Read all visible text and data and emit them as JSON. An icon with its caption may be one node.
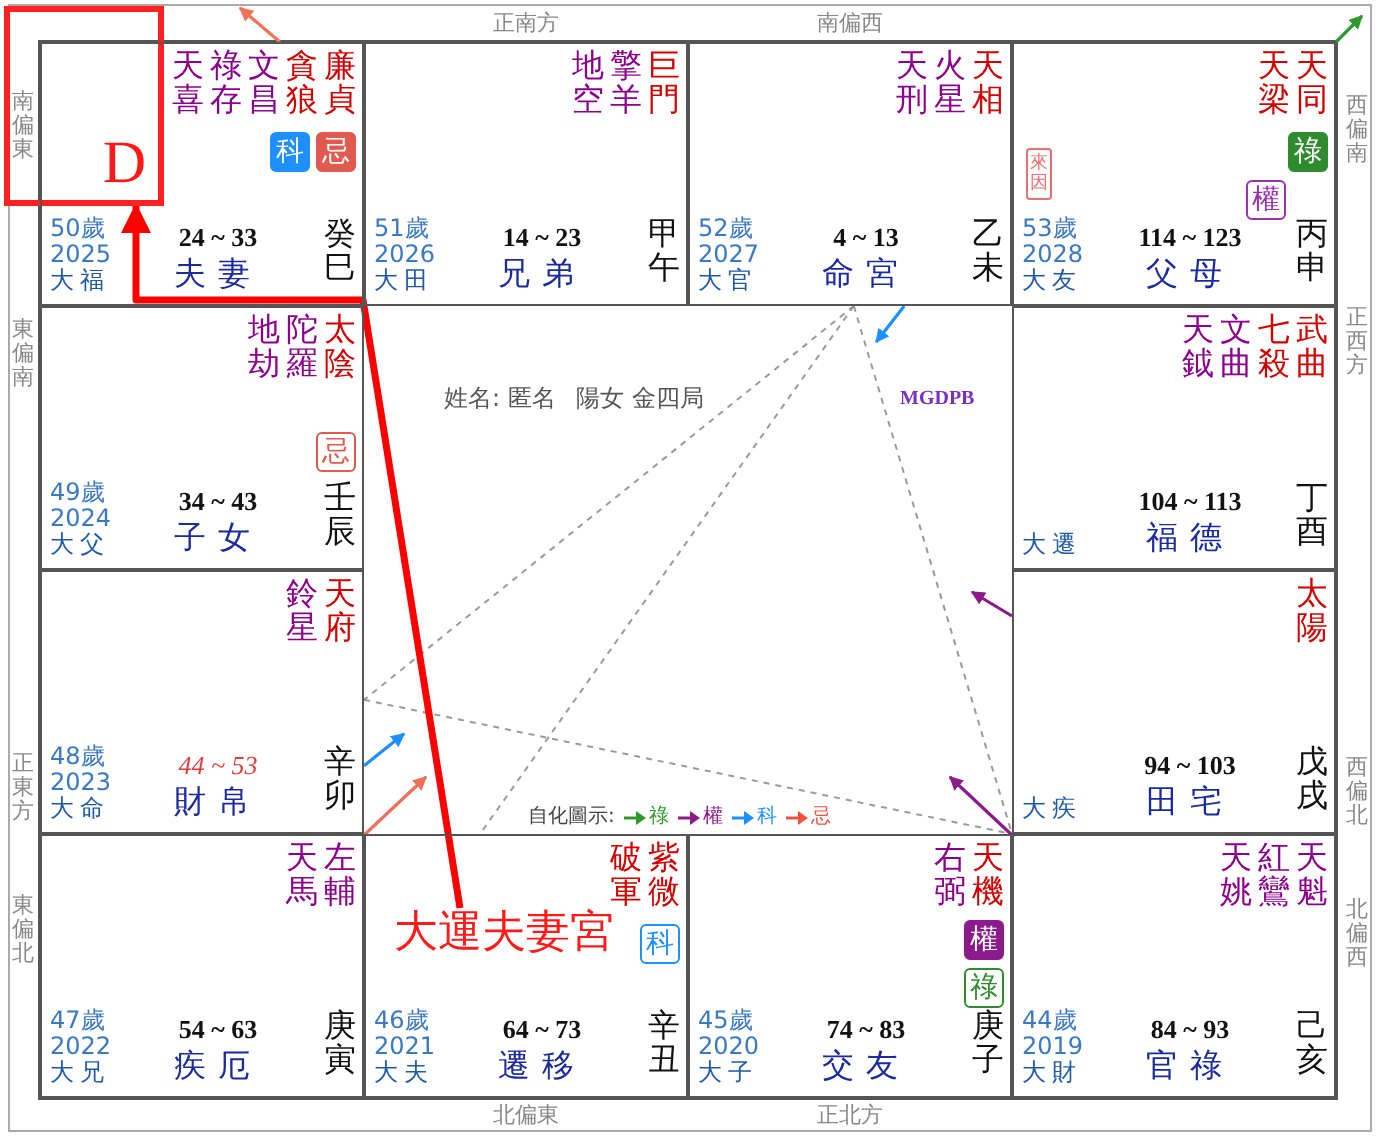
{
  "diagram": {
    "nodes": [
      {
        "text": [
          "D"
        ]
      },
      {
        "text": [
          "天喜",
          "祿存",
          "文昌",
          "貪狼",
          "廉貞",
          "50歲",
          "2025",
          "大福",
          "24 ~ 33",
          "夫妻",
          "癸巳"
        ]
      },
      {
        "text": [
          "科"
        ],
        "in": 1
      },
      {
        "text": [
          "忌"
        ],
        "in": 1
      },
      {
        "text": [
          "地空",
          "擎羊",
          "巨門",
          "51歲",
          "2026",
          "大田",
          "14 ~ 23",
          "兄弟",
          "甲午"
        ]
      },
      {
        "text": [
          "天刑",
          "火星",
          "天相",
          "52歲",
          "2027",
          "大官",
          "4 ~ 13",
          "命宮",
          "乙未"
        ]
      },
      {
        "text": [
          "天梁",
          "天同",
          "53歲",
          "2028",
          "大友",
          "114 ~ 123",
          "父母",
          "丙申"
        ]
      },
      {
        "text": [
          "祿"
        ],
        "in": 6
      },
      {
        "text": [
          "來因"
        ],
        "in": 6
      },
      {
        "text": [
          "權"
        ],
        "in": 6
      },
      {
        "text": [
          "地劫",
          "陀羅",
          "太陰",
          "49歲",
          "2024",
          "大父",
          "34 ~ 43",
          "子女",
          "壬辰"
        ]
      },
      {
        "text": [
          "忌"
        ],
        "in": 10
      },
      {
        "text": [
          "天鉞",
          "文曲",
          "七殺",
          "武曲",
          "大遷",
          "104 ~ 113",
          "福德",
          "丁酉"
        ]
      },
      {
        "text": [
          "鈴星",
          "天府",
          "48歲",
          "2023",
          "大命",
          "44 ~ 53",
          "財帛",
          "辛卯"
        ]
      },
      {
        "text": [
          "太陽",
          "大疾",
          "94 ~ 103",
          "田宅",
          "戊戌"
        ]
      },
      {
        "text": [
          "天馬",
          "左輔",
          "47歲",
          "2022",
          "大兄",
          "54 ~ 63",
          "疾厄",
          "庚寅"
        ]
      },
      {
        "text": [
          "破軍",
          "紫微",
          "46歲",
          "2021",
          "大夫",
          "64 ~ 73",
          "遷移",
          "辛丑"
        ]
      },
      {
        "text": [
          "大運夫妻宮"
        ],
        "in": 16
      },
      {
        "text": [
          "科"
        ],
        "in": 16
      },
      {
        "text": [
          "右弼",
          "天機",
          "45歲",
          "2020",
          "大子",
          "74 ~ 83",
          "交友",
          "庚子"
        ]
      },
      {
        "text": [
          "權"
        ],
        "in": 19
      },
      {
        "text": [
          "祿"
        ],
        "in": 19
      },
      {
        "text": [
          "天姚",
          "紅鸞",
          "天魁",
          "44歲",
          "2019",
          "大財",
          "84 ~ 93",
          "官祿",
          "己亥"
        ]
      }
    ],
    "edges": [
      {
        "from": 5,
        "to": 13,
        "arrow": "none",
        "style": "dashed"
      },
      {
        "from": 5,
        "to": 16,
        "arrow": "none",
        "style": "dashed"
      },
      {
        "from": 5,
        "to": 22,
        "arrow": "none",
        "style": "dashed"
      },
      {
        "from": 13,
        "to": 22,
        "arrow": "none",
        "style": "dashed"
      },
      {
        "from": 17,
        "to": 0,
        "arrow": "to",
        "style": "thick",
        "color": "#ff0000"
      },
      {
        "from": 1,
        "to": null,
        "arrow": "to",
        "color": "#f07058"
      },
      {
        "from": 6,
        "to": null,
        "arrow": "to",
        "color": "#2e9a2e"
      },
      {
        "from": 5,
        "to": null,
        "arrow": "to",
        "color": "#1e8fff"
      },
      {
        "from": 13,
        "to": null,
        "arrow": "to",
        "color": "#1e8fff"
      },
      {
        "from": 15,
        "to": null,
        "arrow": "to",
        "color": "#f07058"
      },
      {
        "from": 14,
        "to": null,
        "arrow": "to",
        "color": "#8b1a8b"
      },
      {
        "from": 22,
        "to": null,
        "arrow": "to",
        "color": "#8b1a8b"
      }
    ],
    "labels": [
      "正南方",
      "南偏西",
      "南偏東",
      "西偏南",
      "東偏南",
      "正西方",
      "MGDPB",
      "姓名: 匿名",
      "陽女 金四局",
      "正東方",
      "西偏北",
      "自化圖示:",
      "東偏北",
      "北偏西",
      "北偏東",
      "正北方"
    ],
    "legend": [
      {
        "text": "祿"
      },
      {
        "text": "權"
      },
      {
        "text": "科"
      },
      {
        "text": "忌"
      }
    ]
  }
}
